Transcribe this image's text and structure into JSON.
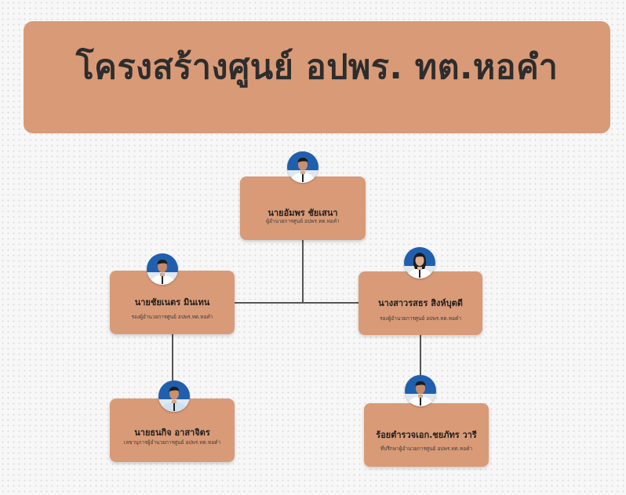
{
  "title": "โครงสร้างศูนย์ อปพร. ทต.หอคำ",
  "colors": {
    "card": "#d99a77",
    "connector": "#555555",
    "uniform": "#ffffff",
    "photo_bg": "#1f5fae"
  },
  "nodes": {
    "director": {
      "name": "นายอัมพร ชัยเสนา",
      "role": "ผู้อำนวยการศูนย์ อปพร.ทต.หอคำ",
      "icon": "person-photo-icon"
    },
    "deputy_left": {
      "name": "นายชัยเนตร มินเทน",
      "role": "รองผู้อำนวยการศูนย์ อปพร.ทต.หอคำ",
      "icon": "person-photo-icon"
    },
    "deputy_right": {
      "name": "นางสาวรสธร สิงห์บุตดี",
      "role": "รองผู้อำนวยการศูนย์ อปพร.ทต.หอคำ",
      "icon": "person-photo-icon"
    },
    "secretary": {
      "name": "นายธนกิจ อาสาจิตร",
      "role": "เลขานุการผู้อำนวยการศูนย์ อปพร.ทต.หอคำ",
      "icon": "person-photo-icon"
    },
    "advisor": {
      "name": "ร้อยตำรวจเอก.ชยภัทร วารี",
      "role": "ที่ปรึกษาผู้อำนวยการศูนย์ อปพร.ทต.หอคำ",
      "icon": "person-photo-icon"
    }
  }
}
